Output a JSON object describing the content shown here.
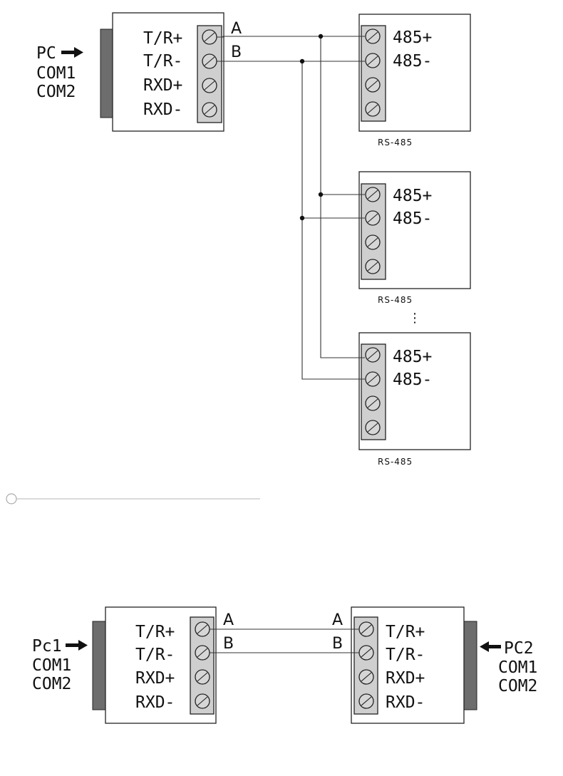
{
  "multi_drop": {
    "pc_label": "PC",
    "com_ports": [
      "COM1",
      "COM2"
    ],
    "converter_terminals": [
      "T/R+",
      "T/R-",
      "RXD+",
      "RXD-"
    ],
    "wire_labels": [
      "A",
      "B"
    ],
    "device_terminals": [
      "485+",
      "485-"
    ],
    "devices": [
      {
        "caption": "RS-485"
      },
      {
        "caption": "RS-485"
      },
      {
        "caption": "RS-485"
      }
    ],
    "ellipsis": "⋮"
  },
  "point_to_point": {
    "left_pc_label": "Pc1",
    "right_pc_label": "PC2",
    "left_com_ports": [
      "COM1",
      "COM2"
    ],
    "right_com_ports": [
      "COM1",
      "COM2"
    ],
    "terminals": [
      "T/R+",
      "T/R-",
      "RXD+",
      "RXD-"
    ],
    "wire_labels": [
      "A",
      "B"
    ]
  }
}
